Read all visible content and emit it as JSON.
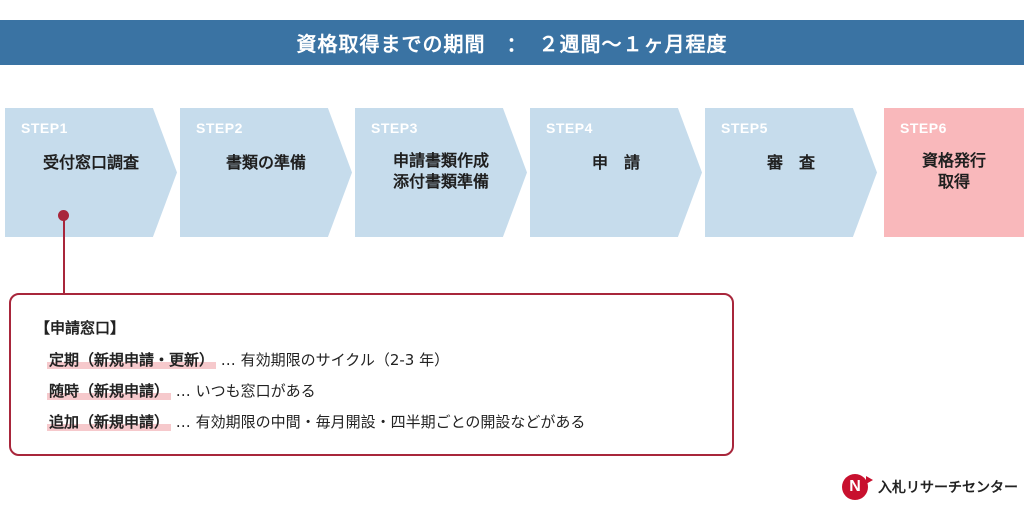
{
  "banner": {
    "title": "資格取得までの期間　：　２週間〜１ヶ月程度"
  },
  "steps": [
    {
      "num": "STEP1",
      "label": "受付窓口調査"
    },
    {
      "num": "STEP2",
      "label": "書類の準備"
    },
    {
      "num": "STEP3",
      "label": "申請書類作成\n添付書類準備"
    },
    {
      "num": "STEP4",
      "label": "申　請"
    },
    {
      "num": "STEP5",
      "label": "審　査"
    },
    {
      "num": "STEP6",
      "label": "資格発行\n取得"
    }
  ],
  "window_box": {
    "title": "【申請窓口】",
    "rows": [
      {
        "name": "定期（新規申請・更新）",
        "desc": "… 有効期限のサイクル（2-3 年）"
      },
      {
        "name": "随時（新規申請）",
        "desc": "… いつも窓口がある"
      },
      {
        "name": "追加（新規申請）",
        "desc": "… 有効期限の中間・毎月開設・四半期ごとの開設などがある"
      }
    ]
  },
  "logo": {
    "mark": "N",
    "text": "入札リサーチセンター"
  },
  "colors": {
    "banner": "#3a73a3",
    "step": "#c6dcec",
    "step_final": "#f9b8bb",
    "accent": "#a8263b",
    "highlight": "#f6c9cc"
  }
}
